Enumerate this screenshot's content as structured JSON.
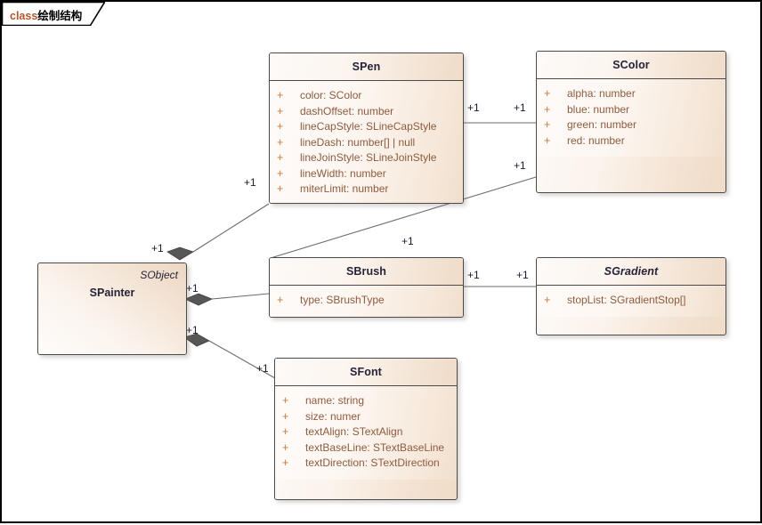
{
  "diagram": {
    "tab": {
      "keyword": "class",
      "name": "绘制结构"
    },
    "frame_border_color": "#000000",
    "background": "#ffffff",
    "accent_visibility_color": "#c87a3a",
    "attribute_text_color": "#8d5b3e",
    "class_title_color": "#262338",
    "connector_color": "#6b6b6b",
    "multiplicity": "+1"
  },
  "classes": {
    "spainter": {
      "stereotype": "SObject",
      "name": "SPainter",
      "attributes": []
    },
    "spen": {
      "name": "SPen",
      "abstract": false,
      "attributes": [
        {
          "vis": "+",
          "text": "color: SColor"
        },
        {
          "vis": "+",
          "text": "dashOffset: number"
        },
        {
          "vis": "+",
          "text": "lineCapStyle: SLineCapStyle"
        },
        {
          "vis": "+",
          "text": "lineDash: number[] | null"
        },
        {
          "vis": "+",
          "text": "lineJoinStyle: SLineJoinStyle"
        },
        {
          "vis": "+",
          "text": "lineWidth: number"
        },
        {
          "vis": "+",
          "text": "miterLimit: number"
        }
      ]
    },
    "scolor": {
      "name": "SColor",
      "abstract": false,
      "attributes": [
        {
          "vis": "+",
          "text": "alpha: number"
        },
        {
          "vis": "+",
          "text": "blue: number"
        },
        {
          "vis": "+",
          "text": "green: number"
        },
        {
          "vis": "+",
          "text": "red: number"
        }
      ]
    },
    "sbrush": {
      "name": "SBrush",
      "abstract": false,
      "attributes": [
        {
          "vis": "+",
          "text": "type: SBrushType"
        }
      ]
    },
    "sgradient": {
      "name": "SGradient",
      "abstract": true,
      "attributes": [
        {
          "vis": "+",
          "text": "stopList: SGradientStop[]"
        }
      ]
    },
    "sfont": {
      "name": "SFont",
      "abstract": false,
      "attributes": [
        {
          "vis": "+",
          "text": "name: string"
        },
        {
          "vis": "+",
          "text": "size: numer"
        },
        {
          "vis": "+",
          "text": "textAlign: STextAlign"
        },
        {
          "vis": "+",
          "text": "textBaseLine: STextBaseLine"
        },
        {
          "vis": "+",
          "text": "textDirection: STextDirection"
        }
      ]
    }
  },
  "associations": [
    {
      "id": "spainter-spen",
      "from": "SPainter",
      "to": "SPen",
      "kind": "composition",
      "from_mult": "+1",
      "to_mult": "+1"
    },
    {
      "id": "spainter-sbrush",
      "from": "SPainter",
      "to": "SBrush",
      "kind": "composition",
      "from_mult": "+1",
      "to_mult": "+1"
    },
    {
      "id": "spainter-sfont",
      "from": "SPainter",
      "to": "SFont",
      "kind": "composition",
      "from_mult": "+1",
      "to_mult": "+1"
    },
    {
      "id": "spen-scolor",
      "from": "SPen",
      "to": "SColor",
      "kind": "association",
      "from_mult": "+1",
      "to_mult": "+1"
    },
    {
      "id": "sbrush-scolor",
      "from": "SBrush",
      "to": "SColor",
      "kind": "association",
      "from_mult": "+1",
      "to_mult": "+1"
    },
    {
      "id": "sbrush-sgradient",
      "from": "SBrush",
      "to": "SGradient",
      "kind": "association",
      "from_mult": "+1",
      "to_mult": "+1"
    }
  ],
  "multiplicity_labels": {
    "spen_left": "+1",
    "spen_right": "+1",
    "scolor_left_top": "+1",
    "scolor_left_bot": "+1",
    "sbrush_diag": "+1",
    "sbrush_left": "+1",
    "sbrush_right": "+1",
    "sgradient_left": "+1",
    "sfont_left": "+1",
    "spainter_top": "+1",
    "spainter_mid": "+1",
    "spainter_bot": "+1"
  }
}
